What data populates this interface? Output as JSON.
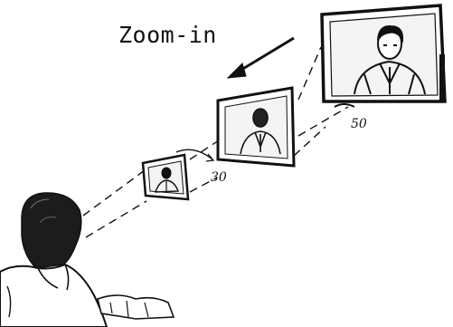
{
  "title": "Zoom-in",
  "distance_labels": {
    "small_to_medium": "30",
    "medium_to_large": "50"
  },
  "screens": [
    {
      "size": "small"
    },
    {
      "size": "medium"
    },
    {
      "size": "large"
    }
  ],
  "colors": {
    "ink": "#111111",
    "background": "#ffffff"
  }
}
